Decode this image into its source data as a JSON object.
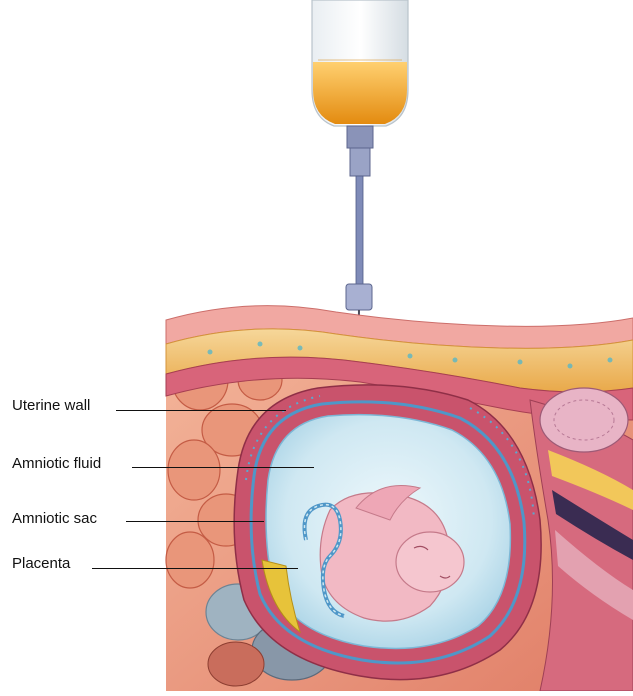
{
  "labels": {
    "uterine_wall": "Uterine wall",
    "amniotic_fluid": "Amniotic fluid",
    "amniotic_sac": "Amniotic sac",
    "placenta": "Placenta"
  },
  "colors": {
    "syringe_fluid": "#f0a020",
    "abdominal_fat": "#f2c26a",
    "uterine_muscle": "#c8506a",
    "amniotic_fluid": "#cfe8f2",
    "amniotic_membrane": "#4f97c8",
    "fetus_skin": "#f2b9c4",
    "intestines": "#e58a6c",
    "placenta": "#e7c33a"
  }
}
